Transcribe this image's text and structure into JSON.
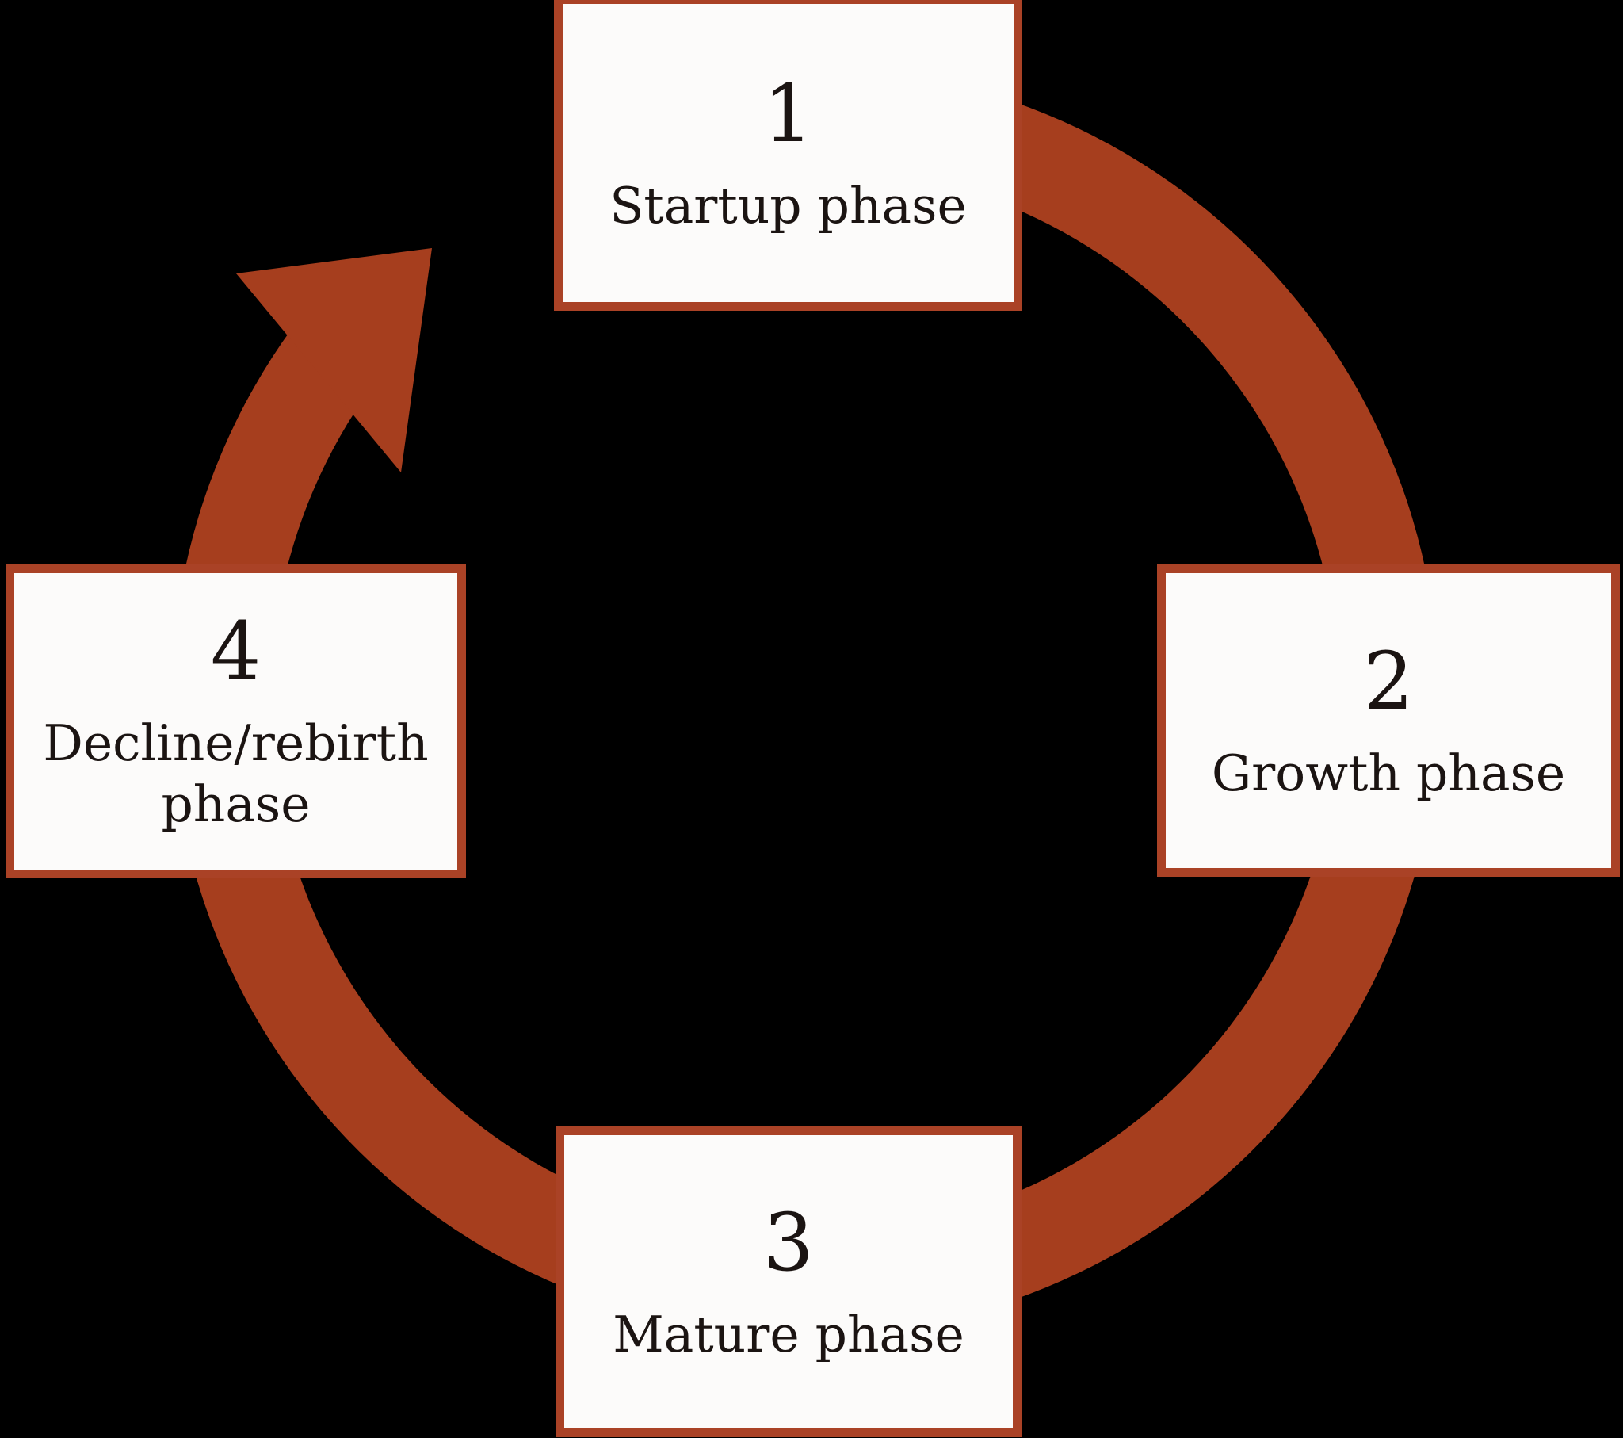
{
  "title": "Business life cycle diagram",
  "background_color": "#000000",
  "colors": {
    "ring": "#A63E1E",
    "box_border": "#AA4226",
    "box_fill": "#FCFBFA",
    "text": "#1B1412"
  },
  "cycle": {
    "type": "cycle-diagram",
    "direction": "clockwise",
    "phases": [
      {
        "number": "1",
        "label": "Startup phase",
        "label_lines": [
          "Startup phase"
        ],
        "position": "top"
      },
      {
        "number": "2",
        "label": "Growth phase",
        "label_lines": [
          "Growth phase"
        ],
        "position": "right"
      },
      {
        "number": "3",
        "label": "Mature phase",
        "label_lines": [
          "Mature phase"
        ],
        "position": "bottom"
      },
      {
        "number": "4",
        "label": "Decline/rebirth phase",
        "label_lines": [
          "Decline/rebirth",
          "phase"
        ],
        "position": "left"
      }
    ]
  }
}
